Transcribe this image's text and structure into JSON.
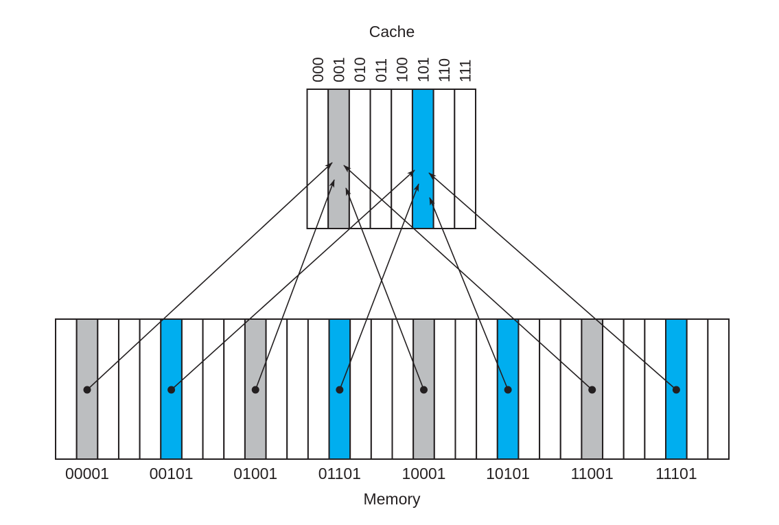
{
  "cache": {
    "title": "Cache",
    "index_labels": [
      "000",
      "001",
      "010",
      "011",
      "100",
      "101",
      "110",
      "111"
    ],
    "highlighted": [
      {
        "index": 1,
        "color": "gray"
      },
      {
        "index": 5,
        "color": "blue"
      }
    ]
  },
  "memory": {
    "title": "Memory",
    "block_count": 32,
    "highlighted_blocks": [
      {
        "address": "00001",
        "block": 1,
        "color": "gray",
        "maps_to": "001"
      },
      {
        "address": "00101",
        "block": 5,
        "color": "blue",
        "maps_to": "101"
      },
      {
        "address": "01001",
        "block": 9,
        "color": "gray",
        "maps_to": "001"
      },
      {
        "address": "01101",
        "block": 13,
        "color": "blue",
        "maps_to": "101"
      },
      {
        "address": "10001",
        "block": 17,
        "color": "gray",
        "maps_to": "001"
      },
      {
        "address": "10101",
        "block": 21,
        "color": "blue",
        "maps_to": "101"
      },
      {
        "address": "11001",
        "block": 25,
        "color": "gray",
        "maps_to": "001"
      },
      {
        "address": "11101",
        "block": 29,
        "color": "blue",
        "maps_to": "101"
      }
    ]
  },
  "colors": {
    "gray": "#bcbec0",
    "blue": "#00aeef",
    "stroke": "#231f20"
  }
}
